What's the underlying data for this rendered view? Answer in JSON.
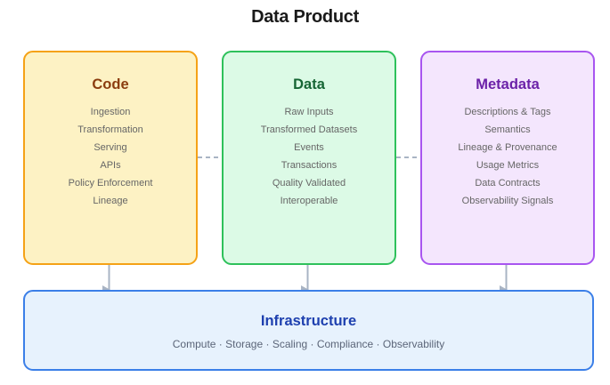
{
  "title": "Data Product",
  "components": [
    {
      "id": "code",
      "heading": "Code",
      "items": [
        "Ingestion",
        "Transformation",
        "Serving",
        "APIs",
        "Policy Enforcement",
        "Lineage"
      ],
      "colors": {
        "border": "#f5a216",
        "fill": "#fdf2c4",
        "heading": "#8b3d0f"
      }
    },
    {
      "id": "data",
      "heading": "Data",
      "items": [
        "Raw Inputs",
        "Transformed Datasets",
        "Events",
        "Transactions",
        "Quality Validated",
        "Interoperable"
      ],
      "colors": {
        "border": "#2ec15b",
        "fill": "#dcfae6",
        "heading": "#166534"
      }
    },
    {
      "id": "metadata",
      "heading": "Metadata",
      "items": [
        "Descriptions & Tags",
        "Semantics",
        "Lineage & Provenance",
        "Usage Metrics",
        "Data Contracts",
        "Observability Signals"
      ],
      "colors": {
        "border": "#a855f0",
        "fill": "#f4e6fd",
        "heading": "#6b21a8"
      }
    }
  ],
  "infrastructure": {
    "heading": "Infrastructure",
    "subtitle": "Compute · Storage · Scaling · Compliance · Observability",
    "colors": {
      "border": "#3b7fe8",
      "fill": "#e7f2fd",
      "heading": "#1e40af"
    }
  },
  "connectors": {
    "peer_links": [
      {
        "from": "Code",
        "to": "Data",
        "style": "dashed"
      },
      {
        "from": "Data",
        "to": "Metadata",
        "style": "dashed"
      }
    ],
    "arrows": [
      {
        "from": "Code",
        "to": "Infrastructure"
      },
      {
        "from": "Data",
        "to": "Infrastructure"
      },
      {
        "from": "Metadata",
        "to": "Infrastructure"
      }
    ],
    "color": "#a9b4c4"
  }
}
